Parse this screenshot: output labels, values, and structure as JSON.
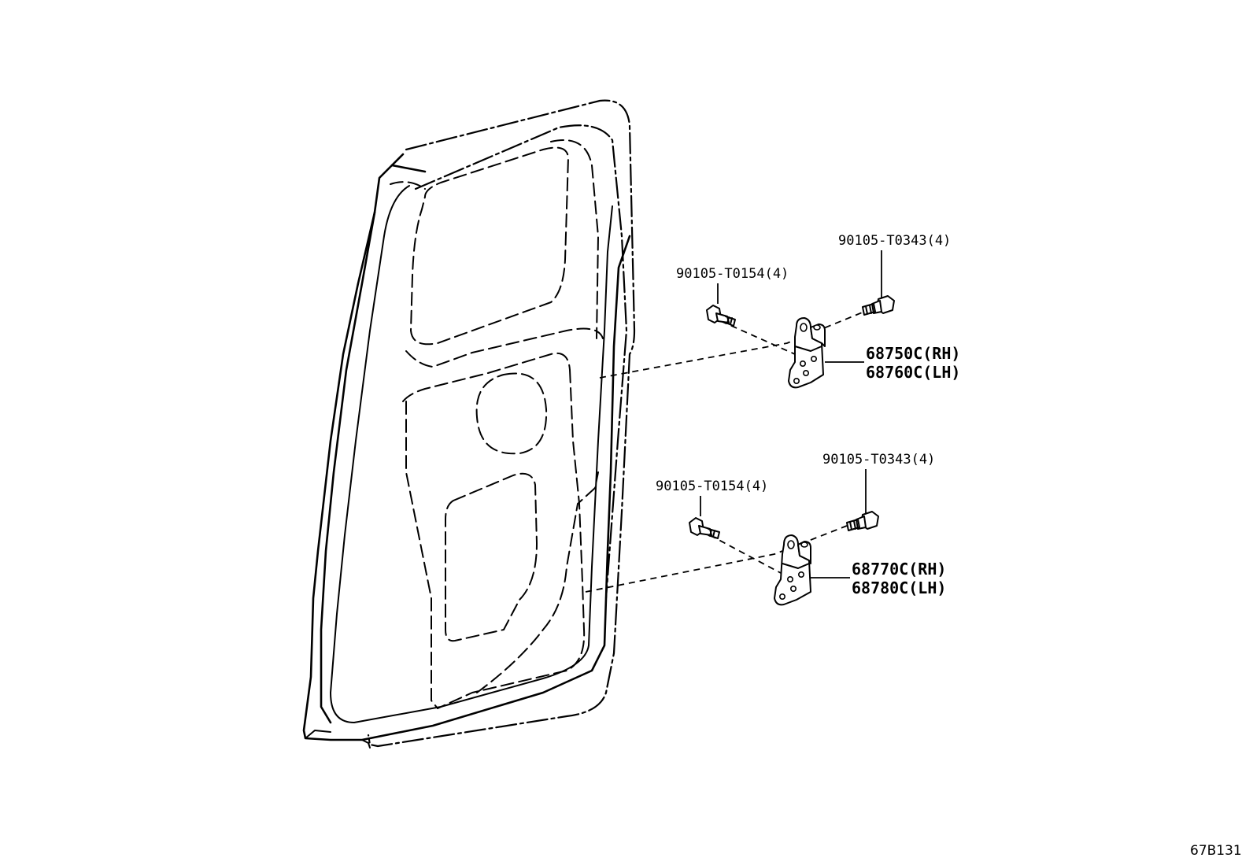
{
  "diagram_id": "67B131",
  "labels": {
    "upper_bolt_left": "90105-T0154(4)",
    "upper_bolt_right": "90105-T0343(4)",
    "upper_hinge_rh": "68750C(RH)",
    "upper_hinge_lh": "68760C(LH)",
    "lower_bolt_left": "90105-T0154(4)",
    "lower_bolt_right": "90105-T0343(4)",
    "lower_hinge_rh": "68770C(RH)",
    "lower_hinge_lh": "68780C(LH)"
  }
}
